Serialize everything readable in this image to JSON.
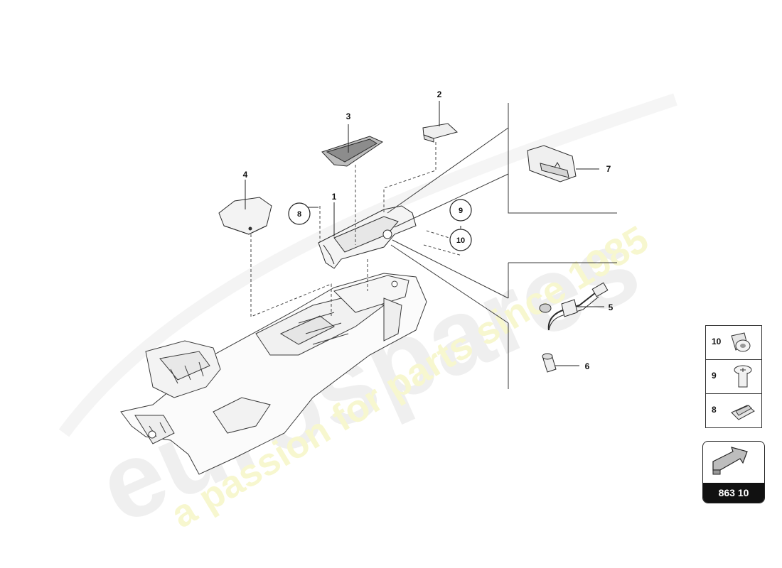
{
  "watermark": {
    "brand_text": "eurospares",
    "tagline": "a passion for parts since 1985"
  },
  "callouts": {
    "c1": "1",
    "c2": "2",
    "c3": "3",
    "c4": "4",
    "c5": "5",
    "c6": "6",
    "c7": "7",
    "c8": "8",
    "c9": "9",
    "c10": "10"
  },
  "legend": {
    "items": [
      {
        "number": "10",
        "icon": "clip-nut-icon"
      },
      {
        "number": "9",
        "icon": "screw-icon"
      },
      {
        "number": "8",
        "icon": "spring-clip-icon"
      }
    ]
  },
  "diagram_code": {
    "label": "863 10",
    "icon": "direction-arrow-icon"
  },
  "colors": {
    "line": "#222222",
    "watermark_grey": "#dcdcdc",
    "watermark_yellow": "#f0f0a0",
    "code_label_bg": "#111111"
  }
}
